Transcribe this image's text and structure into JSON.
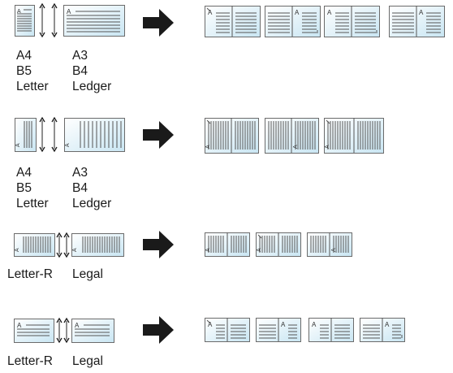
{
  "sections": [
    {
      "id": "s1",
      "left_labels": [
        "A4",
        "B5",
        "Letter"
      ],
      "right_labels": [
        "A3",
        "B4",
        "Ledger"
      ]
    },
    {
      "id": "s2",
      "left_labels": [
        "A4",
        "B5",
        "Letter"
      ],
      "right_labels": [
        "A3",
        "B4",
        "Ledger"
      ]
    },
    {
      "id": "s3",
      "left_labels": [
        "Letter-R"
      ],
      "right_labels": [
        "Legal"
      ]
    },
    {
      "id": "s4",
      "left_labels": [
        "Letter-R"
      ],
      "right_labels": [
        "Legal"
      ]
    }
  ],
  "sheet_letter": "A",
  "colors": {
    "outline": "#6b6b6b",
    "line": "#555555",
    "gradient_light": "#ffffff",
    "gradient_dark": "#c9e6f3",
    "arrow": "#1a1a1a"
  }
}
